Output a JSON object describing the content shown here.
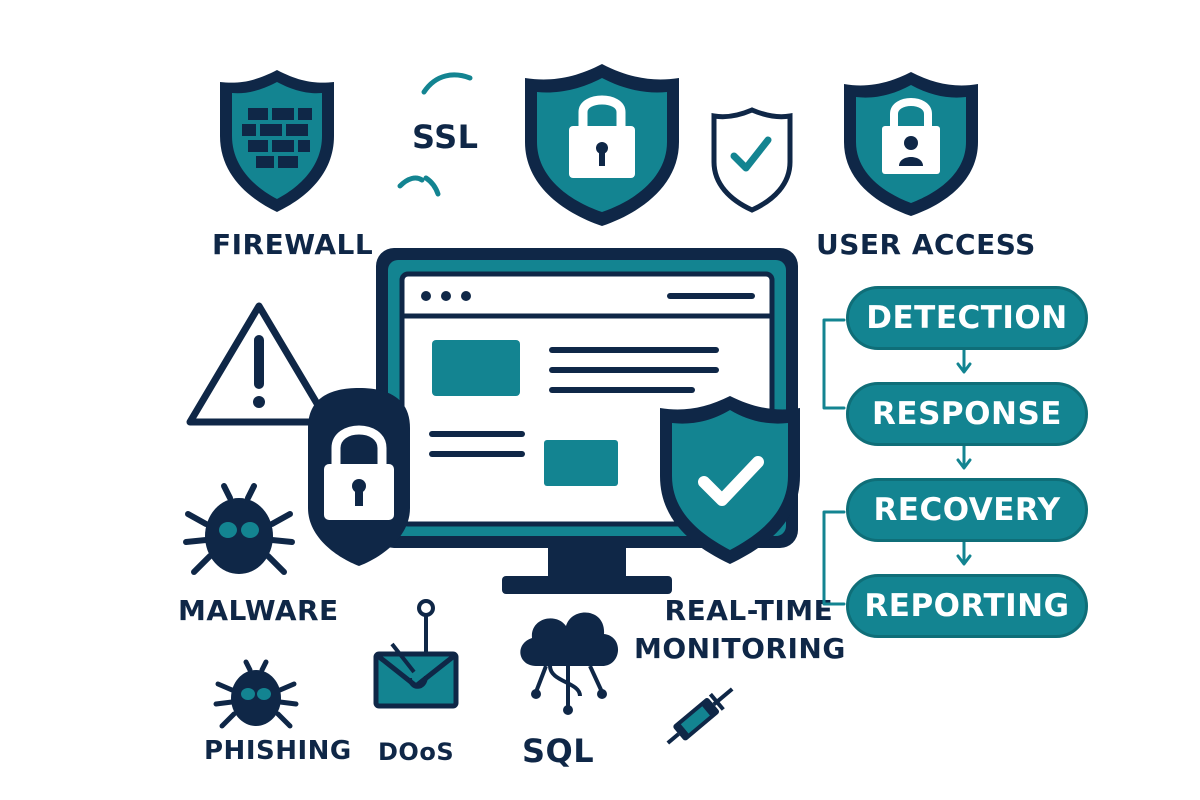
{
  "labels": {
    "firewall": "FIREWALL",
    "ssl": "SSL",
    "user_access": "USER ACCESS",
    "malware": "MALWARE",
    "realtime_line1": "REAL-TIME",
    "realtime_line2": "MONITORING",
    "phishing": "PHISHING",
    "ddos": "DOoS",
    "sql": "SQL"
  },
  "process_steps": [
    {
      "label": "DETECTION"
    },
    {
      "label": "RESPONSE"
    },
    {
      "label": "RECOVERY"
    },
    {
      "label": "REPORTING"
    }
  ],
  "colors": {
    "navy": "#0f2747",
    "teal": "#138491",
    "white": "#ffffff"
  },
  "icons": [
    "firewall-shield-icon",
    "ssl-icon",
    "lock-shield-icon",
    "check-shield-small-icon",
    "user-lock-shield-icon",
    "monitor-icon",
    "warning-icon",
    "padlock-icon",
    "check-shield-icon",
    "bug-icon",
    "phishing-email-icon",
    "cloud-network-icon",
    "syringe-icon"
  ]
}
